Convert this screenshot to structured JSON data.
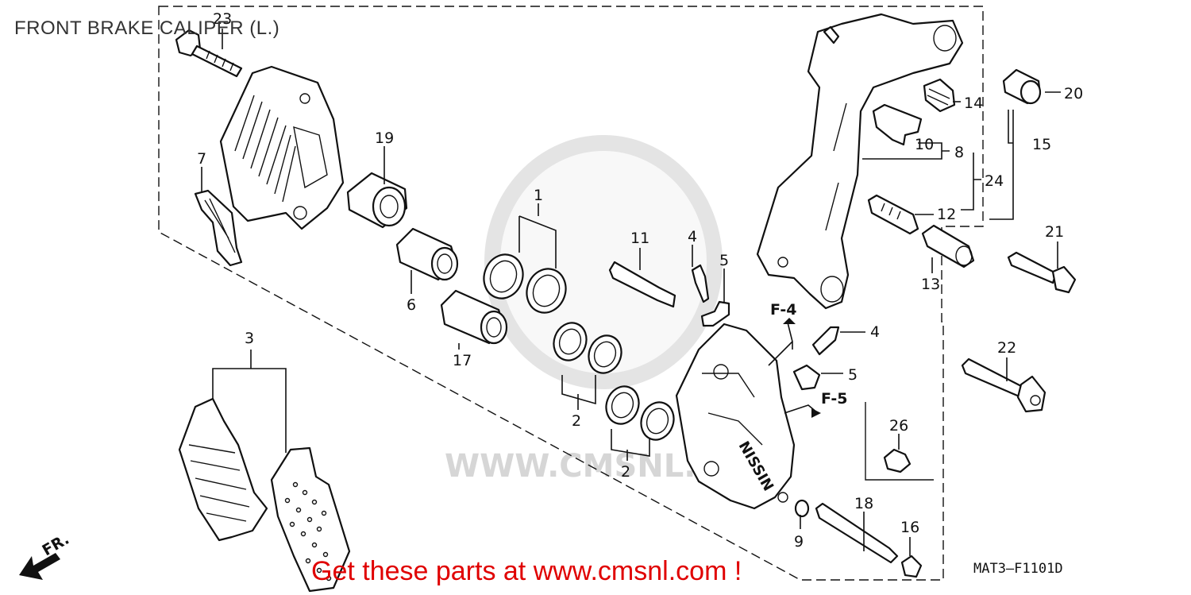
{
  "title": "FRONT BRAKE CALIPER (L.)",
  "watermark_text": "WWW.CMSNL.COM",
  "promo_text": "Get these parts at www.cmsnl.com !",
  "diagram_code": "MAT3—F1101D",
  "brand_marking": "NISSIN",
  "colors": {
    "promo": "#e00000",
    "line": "#111111",
    "watermark": "#cfcfcf"
  },
  "callouts": {
    "c1": "1",
    "c2a": "2",
    "c2b": "2",
    "c3": "3",
    "c4a": "4",
    "c4b": "4",
    "c5a": "5",
    "c5b": "5",
    "c6": "6",
    "c7": "7",
    "c8": "8",
    "c9": "9",
    "c10": "10",
    "c11": "11",
    "c12": "12",
    "c13": "13",
    "c14": "14",
    "c15": "15",
    "c16": "16",
    "c17": "17",
    "c18": "18",
    "c19": "19",
    "c20": "20",
    "c21": "21",
    "c22": "22",
    "c23": "23",
    "c24": "24",
    "c26": "26"
  },
  "refs": {
    "f4": "F-4",
    "f5": "F-5",
    "fr": "FR."
  }
}
